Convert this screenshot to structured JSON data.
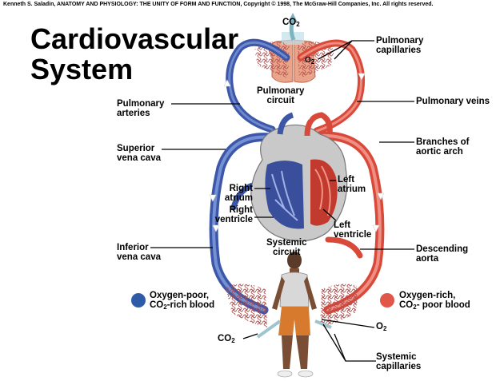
{
  "copyright": "Kenneth S. Saladin, ANATOMY AND PHYSIOLOGY: THE UNITY OF FORM AND FUNCTION, Copyright © 1998, The McGraw-Hill Companies, Inc. All rights reserved.",
  "title_line1": "Cardiovascular",
  "title_line2": "System",
  "labels": {
    "co2_top_main": "CO",
    "co2_top_sub": "2",
    "o2_lung_main": "O",
    "o2_lung_sub": "2",
    "pulmonary_capillaries_1": "Pulmonary",
    "pulmonary_capillaries_2": "capillaries",
    "pulmonary_circuit_1": "Pulmonary",
    "pulmonary_circuit_2": "circuit",
    "pulmonary_arteries_1": "Pulmonary",
    "pulmonary_arteries_2": "arteries",
    "pulmonary_veins": "Pulmonary veins",
    "superior_vena_cava_1": "Superior",
    "superior_vena_cava_2": "vena cava",
    "branches_aortic_arch_1": "Branches of",
    "branches_aortic_arch_2": "aortic arch",
    "right_atrium_1": "Right",
    "right_atrium_2": "atrium",
    "right_ventricle_1": "Right",
    "right_ventricle_2": "ventricle",
    "left_atrium_1": "Left",
    "left_atrium_2": "atrium",
    "left_ventricle_1": "Left",
    "left_ventricle_2": "ventricle",
    "systemic_circuit_1": "Systemic",
    "systemic_circuit_2": "circuit",
    "inferior_vena_cava_1": "Inferior",
    "inferior_vena_cava_2": "vena cava",
    "descending_aorta_1": "Descending",
    "descending_aorta_2": "aorta",
    "o2_bottom_main": "O",
    "o2_bottom_sub": "2",
    "co2_bottom_main": "CO",
    "co2_bottom_sub": "2",
    "systemic_capillaries_1": "Systemic",
    "systemic_capillaries_2": "capillaries"
  },
  "legend": {
    "poor_1": "Oxygen-poor,",
    "poor_2_a": "CO",
    "poor_2_sub": "2",
    "poor_2_b": "-rich blood",
    "rich_1": "Oxygen-rich,",
    "rich_2_a": "CO",
    "rich_2_sub": "2",
    "rich_2_b": "- poor blood",
    "poor_color": "#2f5aa8",
    "rich_color": "#e0574a"
  },
  "colors": {
    "venous_blue": "#3c56a8",
    "arterial_red": "#d9493a",
    "capillary_pink": "#c87878",
    "lung_pink": "#e9a48a",
    "heart_gray": "#c8c8c8"
  }
}
